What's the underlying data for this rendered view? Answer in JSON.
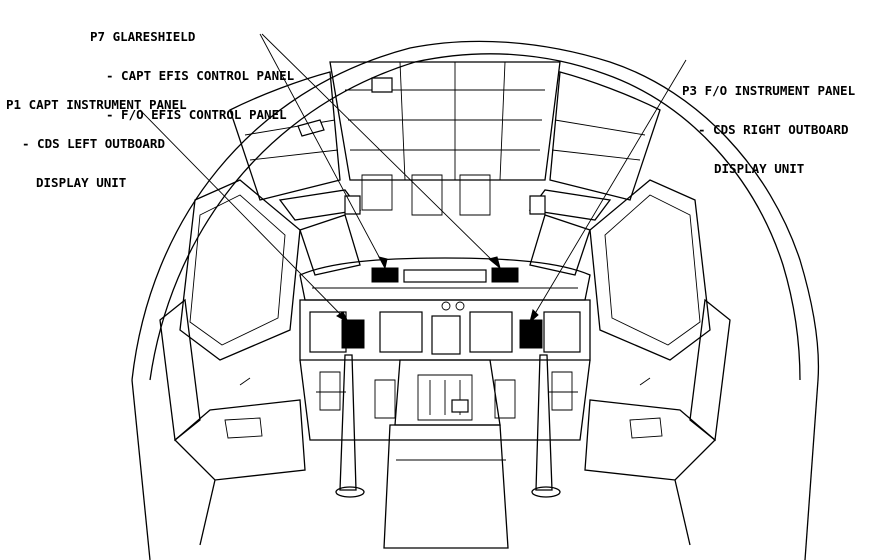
{
  "callouts": {
    "p7": {
      "title": "P7 GLARESHIELD",
      "lines": [
        "- CAPT EFIS CONTROL PANEL",
        "- F/O EFIS CONTROL PANEL"
      ]
    },
    "p1": {
      "title": "P1 CAPT INSTRUMENT PANEL",
      "lines": [
        "- CDS LEFT OUTBOARD",
        "DISPLAY UNIT"
      ]
    },
    "p3": {
      "title": "P3 F/O INSTRUMENT PANEL",
      "lines": [
        "- CDS RIGHT OUTBOARD",
        "DISPLAY UNIT"
      ]
    }
  }
}
